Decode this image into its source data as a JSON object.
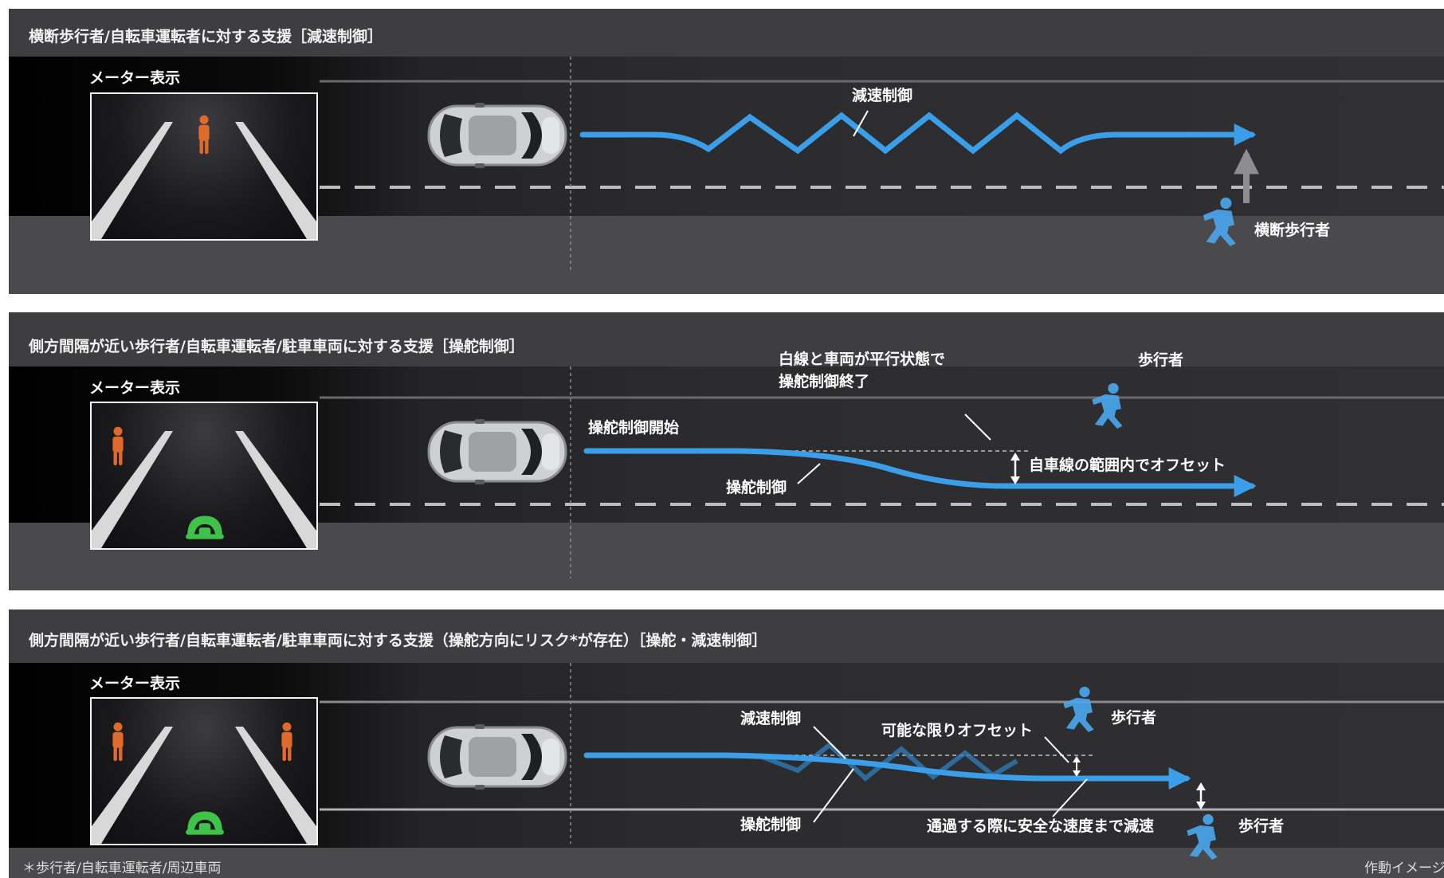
{
  "panels": [
    {
      "title": "横断歩行者/自転車運転者に対する支援［減速制御］",
      "meter_label": "メーター表示",
      "annotations": {
        "decel": "減速制御",
        "crossing": "横断歩行者"
      }
    },
    {
      "title": "側方間隔が近い歩行者/自転車運転者/駐車車両に対する支援［操舵制御］",
      "meter_label": "メーター表示",
      "annotations": {
        "start": "操舵制御開始",
        "end_line1": "白線と車両が平行状態で",
        "end_line2": "操舵制御終了",
        "pedestrian": "歩行者",
        "offset": "自車線の範囲内でオフセット",
        "steering": "操舵制御"
      }
    },
    {
      "title": "側方間隔が近い歩行者/自転車運転者/駐車車両に対する支援（操舵方向にリスク*が存在）［操舵・減速制御］",
      "meter_label": "メーター表示",
      "annotations": {
        "decel": "減速制御",
        "offset": "可能な限りオフセット",
        "pedestrian_top": "歩行者",
        "steering": "操舵制御",
        "safe_speed": "通過する際に安全な速度まで減速",
        "pedestrian_bottom": "歩行者"
      }
    }
  ],
  "footnote": "＊歩行者/自転車運転者/周辺車両",
  "image_note": "作動イメージ",
  "colors": {
    "path": "#3a9ee8",
    "pedestrian_icon": "#e06a2a",
    "steering_icon": "#3ec24a",
    "figure": "#4aa8f0"
  }
}
